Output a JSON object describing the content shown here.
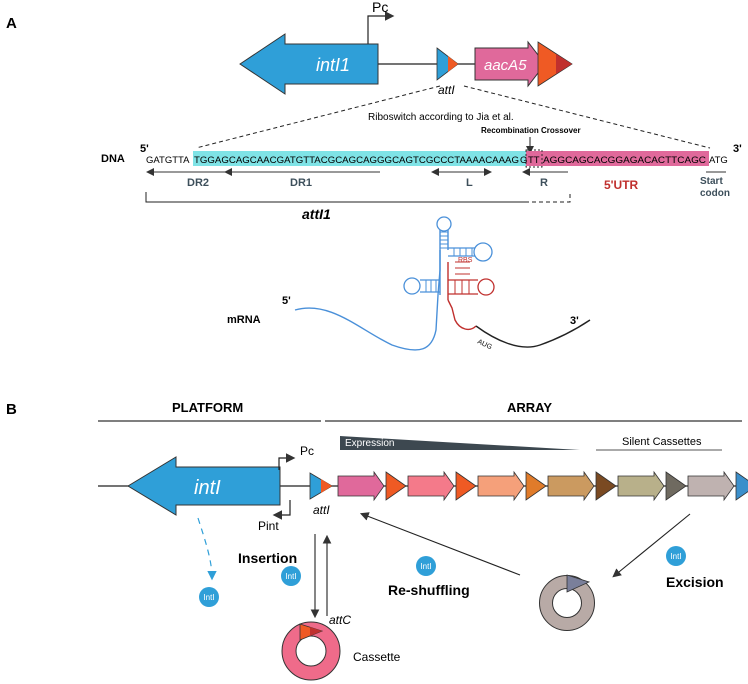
{
  "panelA": {
    "label": "A",
    "promoter": "Pc",
    "gene_intI1": "intI1",
    "gene_aacA5": "aacA5",
    "site_attI": "attI",
    "riboswitch_note": "Riboswitch according to Jia et al.",
    "recombination_label": "Recombination Crossover",
    "dna_label": "DNA",
    "five_prime": "5'",
    "three_prime": "3'",
    "seq_left_flank": "GATGTTA",
    "seq_cyan": "TGGAGCAGCAACGATGTTACGCAGCAGGGCAGTCGCCCTAAAACAAAG",
    "seq_cross": "TT",
    "seq_pink": "AGGCAGCACGGAGACACTTCAGC",
    "seq_right_flank": "ATG",
    "seq_cross_prefix": "G",
    "dr2": "DR2",
    "dr1": "DR1",
    "l": "L",
    "r": "R",
    "utr": "5'UTR",
    "start_codon_line1": "Start",
    "start_codon_line2": "codon",
    "attI1_label": "attI1",
    "mrna_label": "mRNA",
    "mrna_5": "5'",
    "mrna_3": "3'",
    "rbs": "RBS",
    "aug": "AUG"
  },
  "panelB": {
    "label": "B",
    "platform": "PLATFORM",
    "array": "ARRAY",
    "expression": "Expression",
    "silent": "Silent Cassettes",
    "gene_intI": "intI",
    "pc": "Pc",
    "pint": "Pint",
    "attI": "attI",
    "insertion": "Insertion",
    "reshuffling": "Re-shuffling",
    "excision": "Excision",
    "intI_badge": "IntI",
    "attC": "attC",
    "cassette": "Cassette"
  },
  "colors": {
    "blue": "#2f9fd8",
    "cyan_highlight": "#7fe3e6",
    "pink_highlight": "#e0699b",
    "utr_red": "#c0302e",
    "orange": "#ef5a24",
    "dark": "#3a3a3a"
  }
}
